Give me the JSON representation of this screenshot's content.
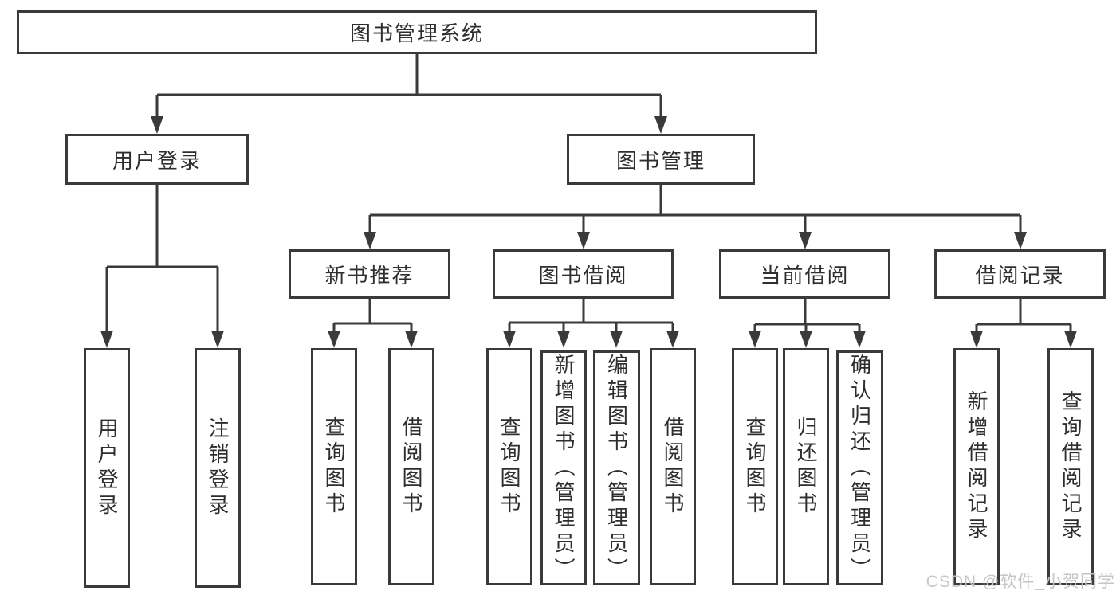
{
  "diagram": {
    "title": "图书管理系统",
    "line_color": "#3a3a3a",
    "box_background": "#ffffff",
    "text_color": "#2e2e2e"
  },
  "tree": {
    "label": "图书管理系统",
    "children": [
      {
        "label": "用户登录",
        "children": [
          {
            "label": "用户登录"
          },
          {
            "label": "注销登录"
          }
        ]
      },
      {
        "label": "图书管理",
        "children": [
          {
            "label": "新书推荐",
            "children": [
              {
                "label": "查询图书"
              },
              {
                "label": "借阅图书"
              }
            ]
          },
          {
            "label": "图书借阅",
            "children": [
              {
                "label": "查询图书"
              },
              {
                "label": "新增图书（管理员）"
              },
              {
                "label": "编辑图书（管理员）"
              },
              {
                "label": "借阅图书"
              }
            ]
          },
          {
            "label": "当前借阅",
            "children": [
              {
                "label": "查询图书"
              },
              {
                "label": "归还图书"
              },
              {
                "label": "确认归还（管理员）"
              }
            ]
          },
          {
            "label": "借阅记录",
            "children": [
              {
                "label": "新增借阅记录"
              },
              {
                "label": "查询借阅记录"
              }
            ]
          }
        ]
      }
    ]
  },
  "watermark": {
    "text": "CSDN @软件_小贺同学",
    "color": "#c3c3c3"
  }
}
